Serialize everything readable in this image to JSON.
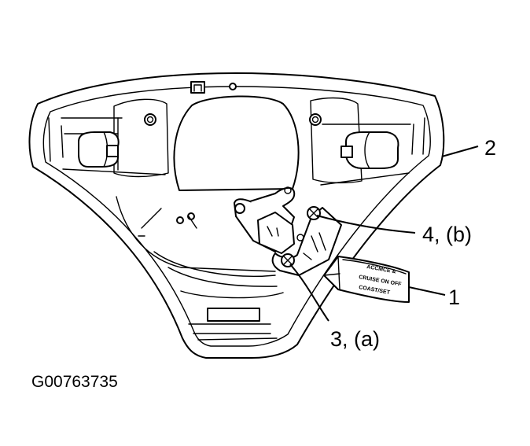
{
  "callouts": {
    "c1": "1",
    "c2": "2",
    "c3": "3, (a)",
    "c4": "4, (b)"
  },
  "switch_text": {
    "line1": "ACCMCE &",
    "line2": "CRUISE ON OFF",
    "line3": "COAST/SET"
  },
  "figure_code": "G00763735"
}
